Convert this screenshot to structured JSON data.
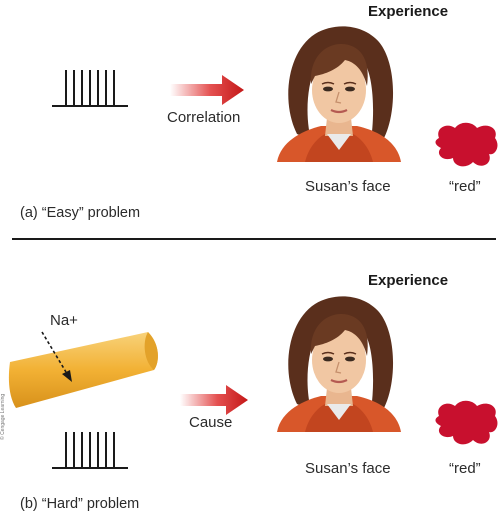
{
  "panel_a": {
    "arrow_label": "Correlation",
    "heading": "Experience",
    "face_caption": "Susan’s face",
    "color_caption": "“red”",
    "panel_label": "(a) “Easy” problem"
  },
  "panel_b": {
    "ion_label": "Na+",
    "arrow_label": "Cause",
    "heading": "Experience",
    "face_caption": "Susan’s face",
    "color_caption": "“red”",
    "panel_label": "(b) “Hard” problem"
  },
  "credit": "© Cengage Learning",
  "colors": {
    "arrow_red": "#cc1f1f",
    "blob_red": "#c8102e",
    "axon_gold": "#f2b134",
    "hair": "#5a2f1c",
    "skin": "#f1c7a3",
    "jacket": "#d8572a"
  }
}
